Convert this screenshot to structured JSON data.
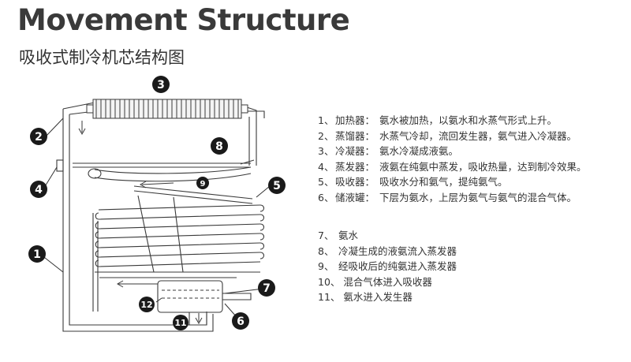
{
  "title": "Movement Structure",
  "subtitle": "吸收式制冷机芯结构图",
  "parts": [
    {
      "num": "1、",
      "name": "加热器：",
      "desc": "氨水被加热，以氨水和水蒸气形式上升。"
    },
    {
      "num": "2、",
      "name": "蒸馏器：",
      "desc": "水蒸气冷却，流回发生器，氨气进入冷凝器。"
    },
    {
      "num": "3、",
      "name": "冷凝器：",
      "desc": "氨水冷凝成液氨。"
    },
    {
      "num": "4、",
      "name": "蒸发器：",
      "desc": "液氨在纯氨中蒸发，吸收热量，达到制冷效果。"
    },
    {
      "num": "5、",
      "name": "吸收器：",
      "desc": "吸收水分和氨气，提纯氨气。"
    },
    {
      "num": "6、",
      "name": "储液罐：",
      "desc": "下层为氨水，上层为氨气与氨气的混合气体。"
    }
  ],
  "flows": [
    {
      "num": "7、",
      "desc": "氨水"
    },
    {
      "num": "8、",
      "desc": "冷凝生成的液氨流入蒸发器"
    },
    {
      "num": "9、",
      "desc": "经吸收后的纯氨进入蒸发器"
    },
    {
      "num": "10、",
      "desc": "混合气体进入吸收器"
    },
    {
      "num": "11、",
      "desc": "氨水进入发生器"
    }
  ],
  "markers": [
    "1",
    "2",
    "3",
    "4",
    "5",
    "6",
    "7",
    "8",
    "9",
    "11",
    "12"
  ],
  "colors": {
    "marker": "#1a1a1a",
    "line": "#3a3a3a",
    "text": "#333333"
  }
}
